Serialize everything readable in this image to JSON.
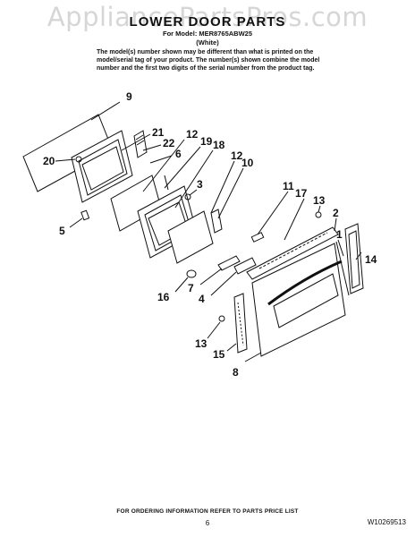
{
  "watermark": "AppliancePartsPros.com",
  "header": {
    "title": "LOWER DOOR PARTS",
    "model_line": "For Model: MER8765ABW25",
    "color": "(White)"
  },
  "notice": [
    "The model(s) number shown may be different than what is printed on the",
    "model/serial tag of your product. The number(s) shown combine the model",
    "number and the first two digits of the serial number from the product tag."
  ],
  "callouts": [
    "9",
    "21",
    "22",
    "6",
    "12",
    "19",
    "18",
    "12",
    "10",
    "20",
    "3",
    "5",
    "11",
    "17",
    "13",
    "2",
    "1",
    "14",
    "16",
    "7",
    "4",
    "13",
    "15",
    "8"
  ],
  "footer": {
    "note": "FOR ORDERING INFORMATION REFER TO PARTS PRICE LIST",
    "page": "6",
    "part_number": "W10269513"
  },
  "colors": {
    "ink": "#111111",
    "watermark": "#b4b4b4",
    "background": "#ffffff"
  }
}
